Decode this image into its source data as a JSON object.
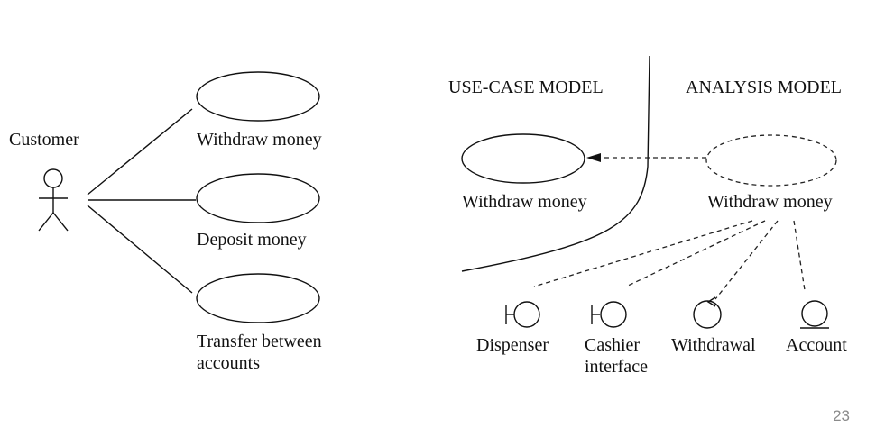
{
  "left_diagram": {
    "actor_label": "Customer",
    "use_cases": [
      {
        "lines": [
          "Withdraw money"
        ]
      },
      {
        "lines": [
          "Deposit money"
        ]
      },
      {
        "lines": [
          "Transfer between",
          "accounts"
        ]
      }
    ]
  },
  "right_diagram": {
    "use_case_model_title": "USE-CASE MODEL",
    "analysis_model_title": "ANALYSIS MODEL",
    "use_case_label": "Withdraw money",
    "analysis_label": "Withdraw money",
    "classes": [
      {
        "kind": "boundary",
        "lines": [
          "Dispenser"
        ]
      },
      {
        "kind": "boundary",
        "lines": [
          "Cashier",
          "interface"
        ]
      },
      {
        "kind": "control",
        "lines": [
          "Withdrawal"
        ]
      },
      {
        "kind": "entity",
        "lines": [
          "Account"
        ]
      }
    ]
  },
  "page_number": "23",
  "colors": {
    "ink": "#111111",
    "page_number": "#8a8a8a",
    "background": "#ffffff"
  }
}
